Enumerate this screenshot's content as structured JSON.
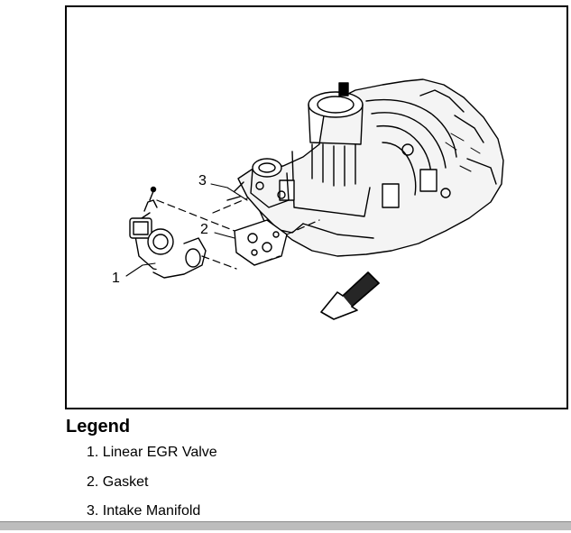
{
  "callouts": {
    "c1": "1",
    "c2": "2",
    "c3": "3"
  },
  "legend": {
    "title": "Legend",
    "items": [
      "1. Linear EGR Valve",
      "2. Gasket",
      "3. Intake Manifold"
    ]
  }
}
